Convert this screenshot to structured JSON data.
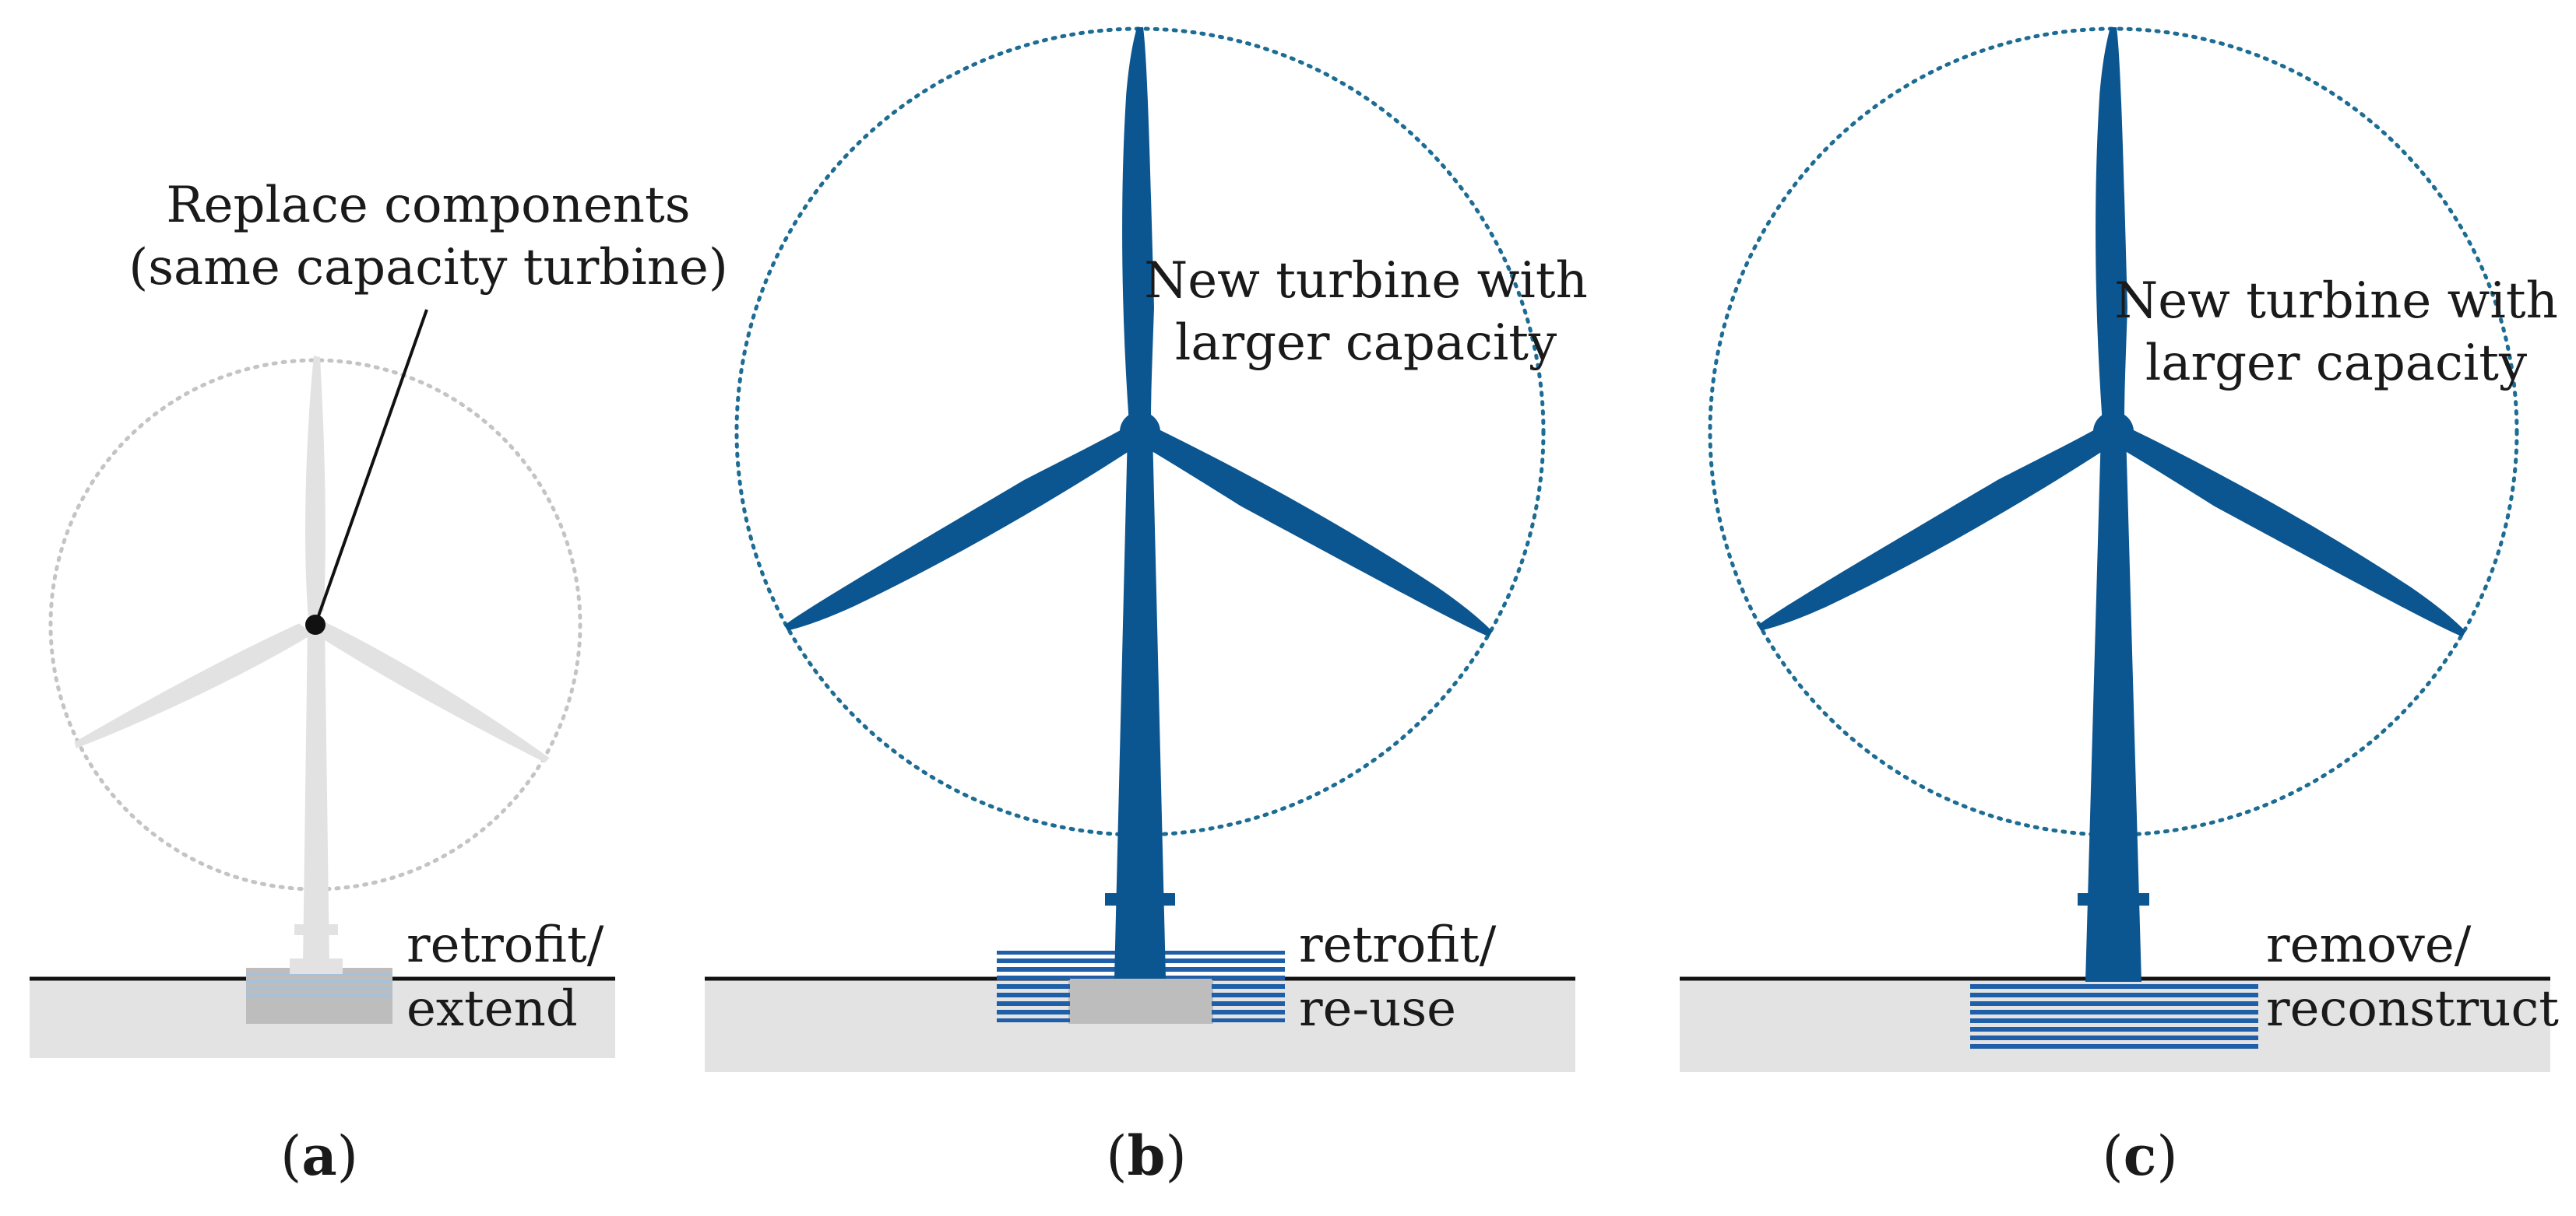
{
  "colors": {
    "turbine_old": "#e2e2e2",
    "rotor_old_circle": "#c4c4c4",
    "turbine_new": "#0b5590",
    "rotor_new_circle": "#1d6c93",
    "ground": "#e3e3e3",
    "ground_line": "#111111",
    "foundation_old": "#bdbdbd",
    "foundation_new_hatch": "#1f5fa8",
    "text": "#1a1a1a"
  },
  "panels": [
    {
      "id": "a",
      "label_open": "(",
      "label_letter": "a",
      "label_close": ")",
      "annotation_lines": [
        "Replace components",
        "(same capacity turbine)"
      ],
      "foundation_lines": [
        "retrofit/",
        "extend"
      ]
    },
    {
      "id": "b",
      "label_open": "(",
      "label_letter": "b",
      "label_close": ")",
      "annotation_lines": [
        "New turbine with",
        "larger capacity"
      ],
      "foundation_lines": [
        "retrofit/",
        "re-use"
      ]
    },
    {
      "id": "c",
      "label_open": "(",
      "label_letter": "c",
      "label_close": ")",
      "annotation_lines": [
        "New turbine with",
        "larger capacity"
      ],
      "foundation_lines": [
        "remove/",
        "reconstruct"
      ]
    }
  ]
}
